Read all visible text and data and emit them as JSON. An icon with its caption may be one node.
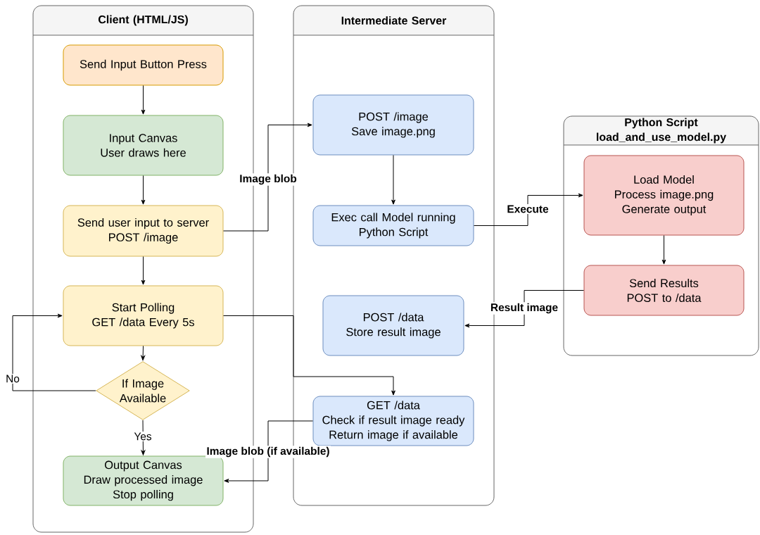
{
  "diagram": {
    "nodes": [
      {
        "text": [
          "Client (HTML/JS)"
        ]
      },
      {
        "text": [
          "Intermediate Server"
        ]
      },
      {
        "text": [
          "Python Script load_and_use_model.py"
        ]
      },
      {
        "text": [
          "Send Input Button Press"
        ],
        "in": 0
      },
      {
        "text": [
          "Input Canvas User draws here"
        ],
        "in": 0
      },
      {
        "text": [
          "Send user input to server POST /image"
        ],
        "in": 0
      },
      {
        "text": [
          "Start Polling GET /data Every 5s"
        ],
        "in": 0
      },
      {
        "text": [
          "If Image Available"
        ],
        "in": 0
      },
      {
        "text": [
          "Output Canvas Draw processed image Stop polling"
        ],
        "in": 0
      },
      {
        "text": [
          "POST /image Save image.png"
        ],
        "in": 1
      },
      {
        "text": [
          "Exec call Model running Python Script"
        ],
        "in": 1
      },
      {
        "text": [
          "POST /data Store result image"
        ],
        "in": 1
      },
      {
        "text": [
          "GET /data Check if result image ready Return image if available"
        ],
        "in": 1
      },
      {
        "text": [
          "Load Model Process image.png Generate output"
        ],
        "in": 2
      },
      {
        "text": [
          "Send Results POST to /data"
        ],
        "in": 2
      }
    ],
    "edges": [
      {
        "from": 3,
        "to": 4,
        "arrow": "to"
      },
      {
        "from": 4,
        "to": 5,
        "arrow": "to"
      },
      {
        "from": 5,
        "to": 9,
        "arrow": "to",
        "label": "Image blob"
      },
      {
        "from": 5,
        "to": 6,
        "arrow": "to"
      },
      {
        "from": 6,
        "to": 7,
        "arrow": "to"
      },
      {
        "from": 7,
        "to": 6,
        "arrow": "to",
        "label": "No"
      },
      {
        "from": 7,
        "to": 8,
        "arrow": "to",
        "label": "Yes"
      },
      {
        "from": 6,
        "to": 12,
        "arrow": "to"
      },
      {
        "from": 9,
        "to": 10,
        "arrow": "to"
      },
      {
        "from": 10,
        "to": 13,
        "arrow": "to",
        "label": "Execute"
      },
      {
        "from": 14,
        "to": 11,
        "arrow": "to",
        "label": "Result image"
      },
      {
        "from": 12,
        "to": 8,
        "arrow": "to",
        "label": "Image blob (if available)"
      },
      {
        "from": 13,
        "to": 14,
        "arrow": "to"
      }
    ]
  }
}
